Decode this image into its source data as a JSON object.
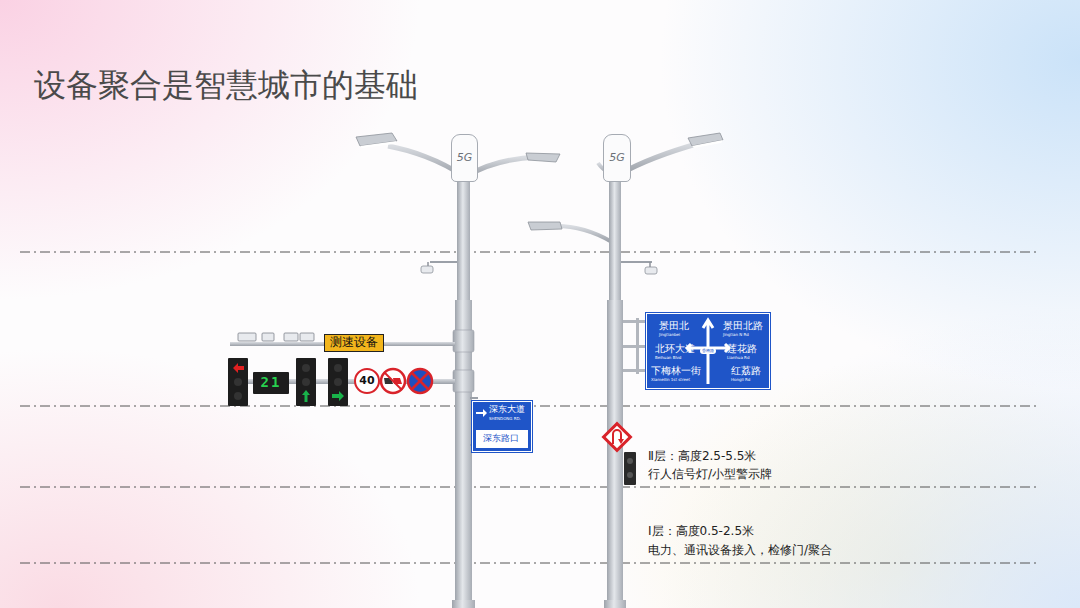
{
  "diagram": {
    "title": "设备聚合是智慧城市的基础",
    "nodes": [
      {
        "text": [
          "5G"
        ]
      },
      {
        "text": [
          "5G"
        ]
      },
      {
        "text": [
          "测速设备"
        ]
      },
      {
        "text": [
          "21"
        ]
      },
      {
        "text": [
          "40"
        ]
      },
      {
        "text": [
          "景田北",
          "Jingtianbei",
          "景田北路",
          "Jingtian N Rd",
          "北环大道",
          "Beihuan Blvd",
          "莲花路",
          "Lianhua Rd",
          "下梅林一街",
          "Xiameilin 1st street",
          "红荔路",
          "Hongli Rd",
          "香梅路"
        ]
      },
      {
        "text": [
          "深东大道",
          "SHENDONG RD.",
          "深东路口"
        ]
      }
    ],
    "labels": [
      "Ⅱ层：高度2.5-5.5米",
      "行人信号灯/小型警示牌",
      "Ⅰ层：高度0.5-2.5米",
      "电力、通讯设备接入，检修门/聚合"
    ]
  }
}
